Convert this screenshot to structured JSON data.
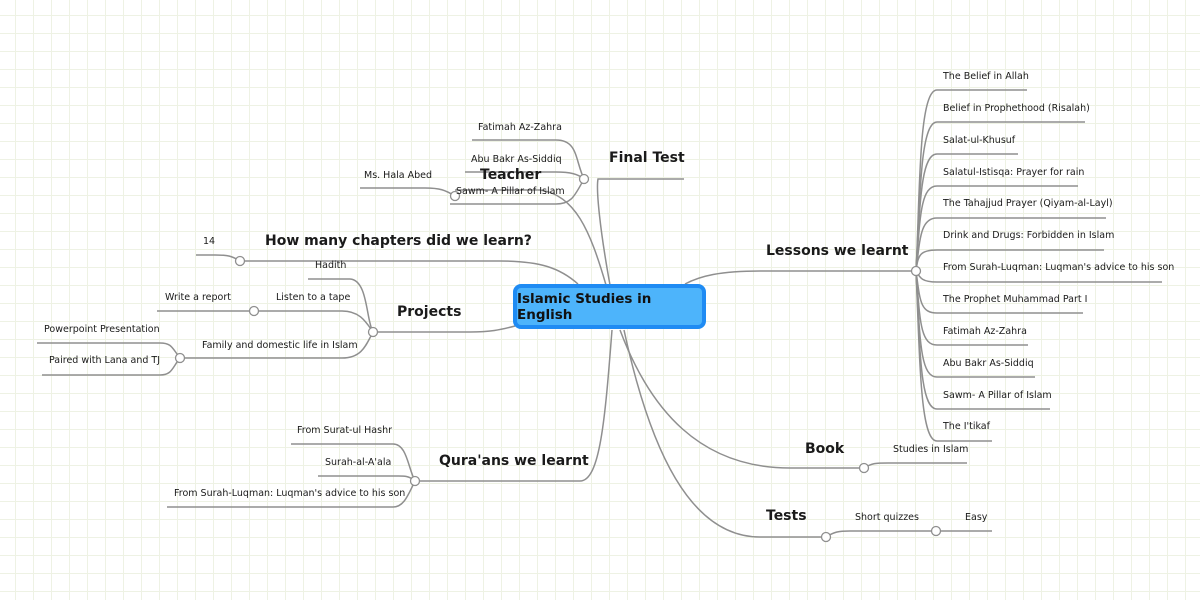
{
  "central": {
    "label": "Islamic Studies in English",
    "fill": "#4db4fb",
    "border": "#1f8bf3"
  },
  "colors": {
    "line": "#8f8f8f",
    "grid": "#eef2e4",
    "background": "#ffffff"
  },
  "branches": {
    "final_test": {
      "label": "Final Test",
      "children": [
        "Fatimah Az-Zahra",
        "Abu Bakr As-Siddiq",
        "Sawm- A Pillar of Islam"
      ]
    },
    "teacher": {
      "label": "Teacher",
      "children": [
        "Ms. Hala Abed"
      ]
    },
    "chapters": {
      "label": "How many chapters did we learn?",
      "children": [
        "14"
      ]
    },
    "projects": {
      "label": "Projects",
      "children": [
        {
          "label": "Hadith"
        },
        {
          "label": "Listen to a tape",
          "children": [
            "Write a report"
          ]
        },
        {
          "label": "Family and domestic life in Islam",
          "children": [
            "Powerpoint Presentation",
            "Paired with Lana and TJ"
          ]
        }
      ]
    },
    "qurans": {
      "label": "Qura'ans we learnt",
      "children": [
        "From Surat-ul Hashr",
        "Surah-al-A'ala",
        "From Surah-Luqman: Luqman's advice to his son"
      ]
    },
    "lessons": {
      "label": "Lessons we learnt",
      "children": [
        "The Belief in Allah",
        "Belief in Prophethood (Risalah)",
        "Salat-ul-Khusuf",
        "Salatul-Istisqa: Prayer for rain",
        "The Tahajjud Prayer (Qiyam-al-Layl)",
        "Drink and Drugs: Forbidden in Islam",
        "From Surah-Luqman: Luqman's advice to his son",
        "The Prophet Muhammad Part I",
        "Fatimah Az-Zahra",
        "Abu Bakr As-Siddiq",
        "Sawm- A Pillar of Islam",
        "The I'tikaf"
      ]
    },
    "book": {
      "label": "Book",
      "children": [
        "Studies in Islam"
      ]
    },
    "tests": {
      "label": "Tests",
      "children": [
        {
          "label": "Short quizzes",
          "children": [
            "Easy"
          ]
        }
      ]
    }
  }
}
